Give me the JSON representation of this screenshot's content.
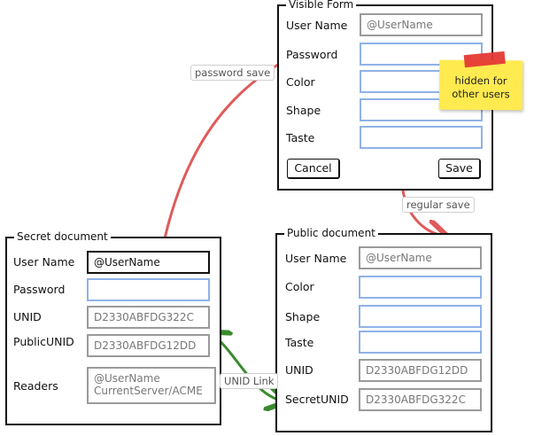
{
  "visible_form": {
    "title": "Visible Form",
    "user_name_label": "User Name",
    "user_name_value": "@UserName",
    "password_label": "Password",
    "color_label": "Color",
    "shape_label": "Shape",
    "taste_label": "Taste",
    "cancel_label": "Cancel",
    "save_label": "Save"
  },
  "sticky_note": {
    "line1": "hidden for",
    "line2": "other users"
  },
  "secret_document": {
    "title": "Secret document",
    "user_name_label": "User Name",
    "user_name_value": "@UserName",
    "password_label": "Password",
    "unid_label": "UNID",
    "unid_value": "D2330ABFDG322C",
    "public_unid_label": "PublicUNID",
    "public_unid_value": "D2330ABFDG12DD",
    "readers_label": "Readers",
    "readers_line1": "@UserName",
    "readers_line2": "CurrentServer/ACME"
  },
  "public_document": {
    "title": "Public document",
    "user_name_label": "User Name",
    "user_name_value": "@UserName",
    "color_label": "Color",
    "shape_label": "Shape",
    "taste_label": "Taste",
    "unid_label": "UNID",
    "unid_value": "D2330ABFDG12DD",
    "secret_unid_label": "SecretUNID",
    "secret_unid_value": "D2330ABFDG322C"
  },
  "connectors": {
    "password_save": "password save",
    "regular_save": "regular save",
    "unid_link": "UNID Link"
  },
  "colors": {
    "field_border": "#8fb2e6",
    "arrow_red": "#e05a5a",
    "arrow_green": "#3a8a2e",
    "sticky": "#ffea4f",
    "tape": "#e53935"
  }
}
